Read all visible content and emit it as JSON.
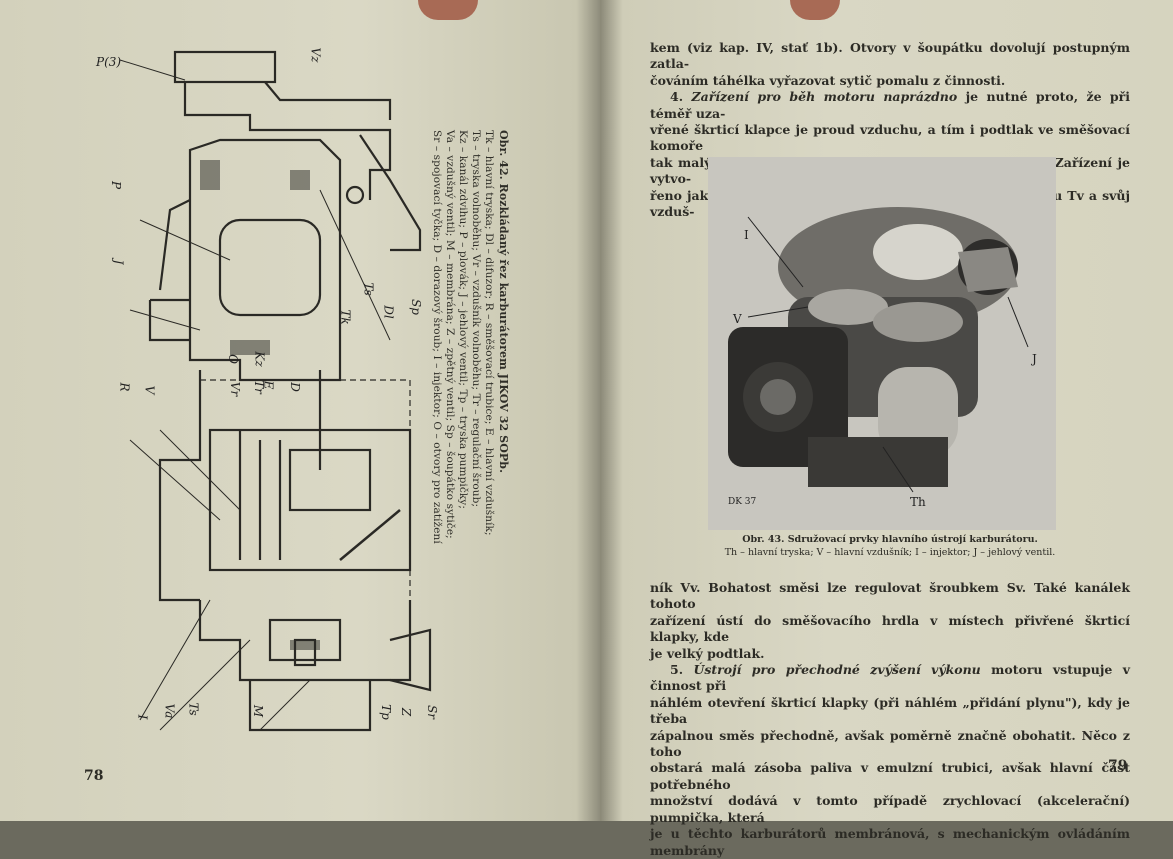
{
  "left_page": {
    "number": "78",
    "figure_labels": [
      "P(3)",
      "Vz",
      "P",
      "J",
      "R",
      "V",
      "Vr",
      "O",
      "Tr",
      "Kz",
      "E",
      "D",
      "Tk",
      "Ts",
      "Dl",
      "Sp",
      "I",
      "Va",
      "Ts",
      "M",
      "Tp",
      "Z",
      "Sr"
    ],
    "caption_title": "Obr. 42. Rozkládaný řez karburátorem JIKOV 32 SOPb.",
    "caption_lines": [
      "Tk – hlavní tryska; Dl – difuzor; R – směšovací trubice; E – hlavní vzdušník;",
      "Ts – tryska volnoběhu; Vr – vzdušník volnoběhu; Tr – regulační šroub;",
      "Kz – kanál zdvihu; P – plovák; J – jehlový ventil; Tp – tryska pumpičky;",
      "Va – vzdušný ventil; M – membrána; Z – zpětný ventil; Sp – šoupátko sytiče;",
      "Sr – spojovací tyčka; D – dorazový šroub; I – injektor; O – otvory pro zatížení"
    ]
  },
  "right_page": {
    "number": "79",
    "para1_lines": [
      "kem (viz kap. IV, stať 1b). Otvory v šoupátku dovolují postupným zatla-",
      "čováním táhélka vyřazovat sytič pomalu z činnosti."
    ],
    "para2_lead": "4. ",
    "para2_italic": "Zařízení pro běh motoru naprázdno",
    "para2_lines": [
      " je nutné proto, že při téměř uza-",
      "vřené škrticí klapce je proud vzduchu, a tím i podtlak ve směšovací komoře",
      "tak malý, že hlavní tryska téměř nedodává žádné palivo. Zařízení je vytvo-",
      "řeno jako další malý karburátor. Má tedy opět svou trysku Tv a svůj vzduš-"
    ],
    "photo_labels": [
      "I",
      "V",
      "J",
      "Th",
      "DK 37"
    ],
    "photo_caption_title": "Obr. 43. Sdružovací prvky hlavního ústrojí karburátoru.",
    "photo_caption_line": "Th – hlavní tryska; V – hlavní vzdušník; I – injektor; J – jehlový ventil.",
    "para3_lines": [
      "ník Vv. Bohatost směsi lze regulovat šroubkem Sv. Také kanálek tohoto",
      "zařízení ústí do směšovacího hrdla v místech přivřené škrticí klapky, kde",
      "je velký podtlak."
    ],
    "para4_lead": "5. ",
    "para4_italic": "Ústrojí pro přechodné zvýšení výkonu",
    "para4_lines": [
      " motoru vstupuje v činnost při",
      "náhlém otevření škrticí klapky (při náhlém „přidání plynu\"), kdy je třeba",
      "zápalnou směs přechodně, avšak poměrně značně obohatit. Něco z toho",
      "obstará malá zásoba paliva v emulzní trubici, avšak hlavní část potřebného",
      "množství dodává v tomto případě zrychlovací (akcelerační) pumpička, která",
      "je u těchto karburátorů membránová, s mechanickým ovládáním membrány"
    ]
  }
}
